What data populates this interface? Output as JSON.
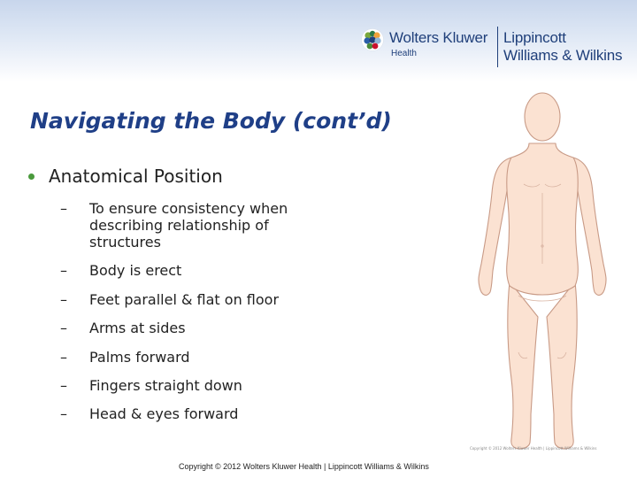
{
  "header": {
    "publisher_name": "Wolters Kluwer",
    "publisher_division": "Health",
    "imprint_line1": "Lippincott",
    "imprint_line2": "Williams & Wilkins"
  },
  "slide": {
    "title": "Navigating the Body (cont’d)",
    "bullet": "Anatomical Position",
    "sub_items": [
      {
        "dash": "–",
        "text": "To ensure consistency when describing relationship of structures"
      },
      {
        "dash": "–",
        "text": "Body is erect"
      },
      {
        "dash": "–",
        "text": "Feet parallel & flat on floor"
      },
      {
        "dash": "–",
        "text": "Arms at sides"
      },
      {
        "dash": "–",
        "text": "Palms forward"
      },
      {
        "dash": "–",
        "text": "Fingers straight down"
      },
      {
        "dash": "–",
        "text": "Head & eyes forward"
      }
    ]
  },
  "figure": {
    "credit": "Copyright © 2012 Wolters Kluwer Health | Lippincott Williams & Wilkins"
  },
  "footer": {
    "copyright": "Copyright © 2012 Wolters Kluwer Health | Lippincott Williams & Wilkins"
  },
  "colors": {
    "title": "#1f3f87",
    "bullet": "#4a9a3c",
    "skin": "#fbe2d2",
    "logo_blue": "#1f3f7a"
  }
}
